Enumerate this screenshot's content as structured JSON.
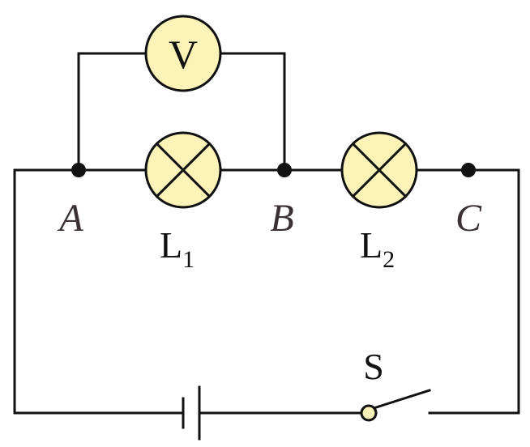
{
  "colors": {
    "wire": "#111111",
    "component_fill": "#fbf3b8",
    "point_label": "#3a3136",
    "background": "#ffffff"
  },
  "voltmeter": {
    "symbol": "V"
  },
  "lamps": [
    {
      "id": "L1",
      "letter": "L",
      "subscript": "1"
    },
    {
      "id": "L2",
      "letter": "L",
      "subscript": "2"
    }
  ],
  "points": [
    {
      "id": "A",
      "label": "A"
    },
    {
      "id": "B",
      "label": "B"
    },
    {
      "id": "C",
      "label": "C"
    }
  ],
  "switch": {
    "label": "S",
    "state": "open"
  },
  "battery": {
    "cells": 1
  }
}
